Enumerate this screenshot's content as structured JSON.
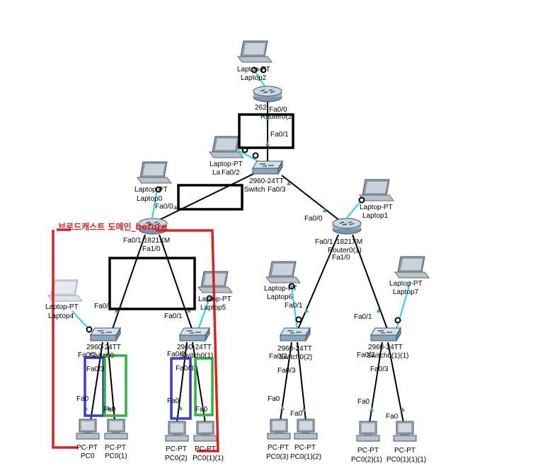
{
  "diagram": {
    "broadcast_label": "브로드캐스트 도메인_before",
    "devices": [
      {
        "id": "laptop2",
        "type": "laptop",
        "label1": "Laptop-PT",
        "label2": "Laptop2"
      },
      {
        "id": "router2",
        "type": "router",
        "label1": "262",
        "label2": "Router0(2)"
      },
      {
        "id": "lap_top_mid",
        "type": "laptop",
        "label1": "Laptop-PT",
        "label2": "La"
      },
      {
        "id": "sw_top",
        "type": "switch",
        "label1": "2960-24TT",
        "label2": "Switch"
      },
      {
        "id": "laptop0",
        "type": "laptop",
        "label1": "Laptop-PT",
        "label2": "Laptop0"
      },
      {
        "id": "router_left",
        "type": "router",
        "label1": "1821XM",
        "label2": ""
      },
      {
        "id": "laptop1",
        "type": "laptop",
        "label1": "Laptop-PT",
        "label2": "Laptop1"
      },
      {
        "id": "router_right",
        "type": "router",
        "label1": "1821XM",
        "label2": "Router0(1)"
      },
      {
        "id": "laptop4",
        "type": "laptop",
        "label1": "Laptop-PT",
        "label2": "Laptop4"
      },
      {
        "id": "laptop5",
        "type": "laptop",
        "label1": "Laptop-PT",
        "label2": "Laptop5"
      },
      {
        "id": "laptop6",
        "type": "laptop",
        "label1": "Laptop-PT",
        "label2": "Laptop6"
      },
      {
        "id": "laptop7",
        "type": "laptop",
        "label1": "Laptop-PT",
        "label2": "Laptop7"
      },
      {
        "id": "sw_a",
        "type": "switch",
        "label1": "2960-24TT",
        "label2": "Switch0"
      },
      {
        "id": "sw_b",
        "type": "switch",
        "label1": "2960-24TT",
        "label2": "Switch0(1)"
      },
      {
        "id": "sw_c",
        "type": "switch",
        "label1": "2960-24TT",
        "label2": "Switch0(2)"
      },
      {
        "id": "sw_d",
        "type": "switch",
        "label1": "2960-24TT",
        "label2": "Switch0(1)(1)"
      },
      {
        "id": "pc0",
        "type": "pc",
        "label1": "PC-PT",
        "label2": "PC0"
      },
      {
        "id": "pc01",
        "type": "pc",
        "label1": "PC-PT",
        "label2": "PC0(1)"
      },
      {
        "id": "pc02",
        "type": "pc",
        "label1": "PC-PT",
        "label2": "PC0(2)"
      },
      {
        "id": "pc011",
        "type": "pc",
        "label1": "PC-PT",
        "label2": "PC0(1)(1)"
      },
      {
        "id": "pc03",
        "type": "pc",
        "label1": "PC-PT",
        "label2": "PC0(3)"
      },
      {
        "id": "pc012",
        "type": "pc",
        "label1": "PC-PT",
        "label2": "PC0(1)(2)"
      },
      {
        "id": "pc021",
        "type": "pc",
        "label1": "PC-PT",
        "label2": "PC0(2)(1)"
      },
      {
        "id": "pc0111",
        "type": "pc",
        "label1": "PC-PT",
        "label2": "PC0(1)(1)(1)"
      }
    ],
    "ports": {
      "fa00": "Fa0/0",
      "fa01": "Fa0/1",
      "fa02": "Fa0/2",
      "fa03": "Fa0/3",
      "fa10": "Fa1/0",
      "fa0": "Fa0"
    }
  }
}
